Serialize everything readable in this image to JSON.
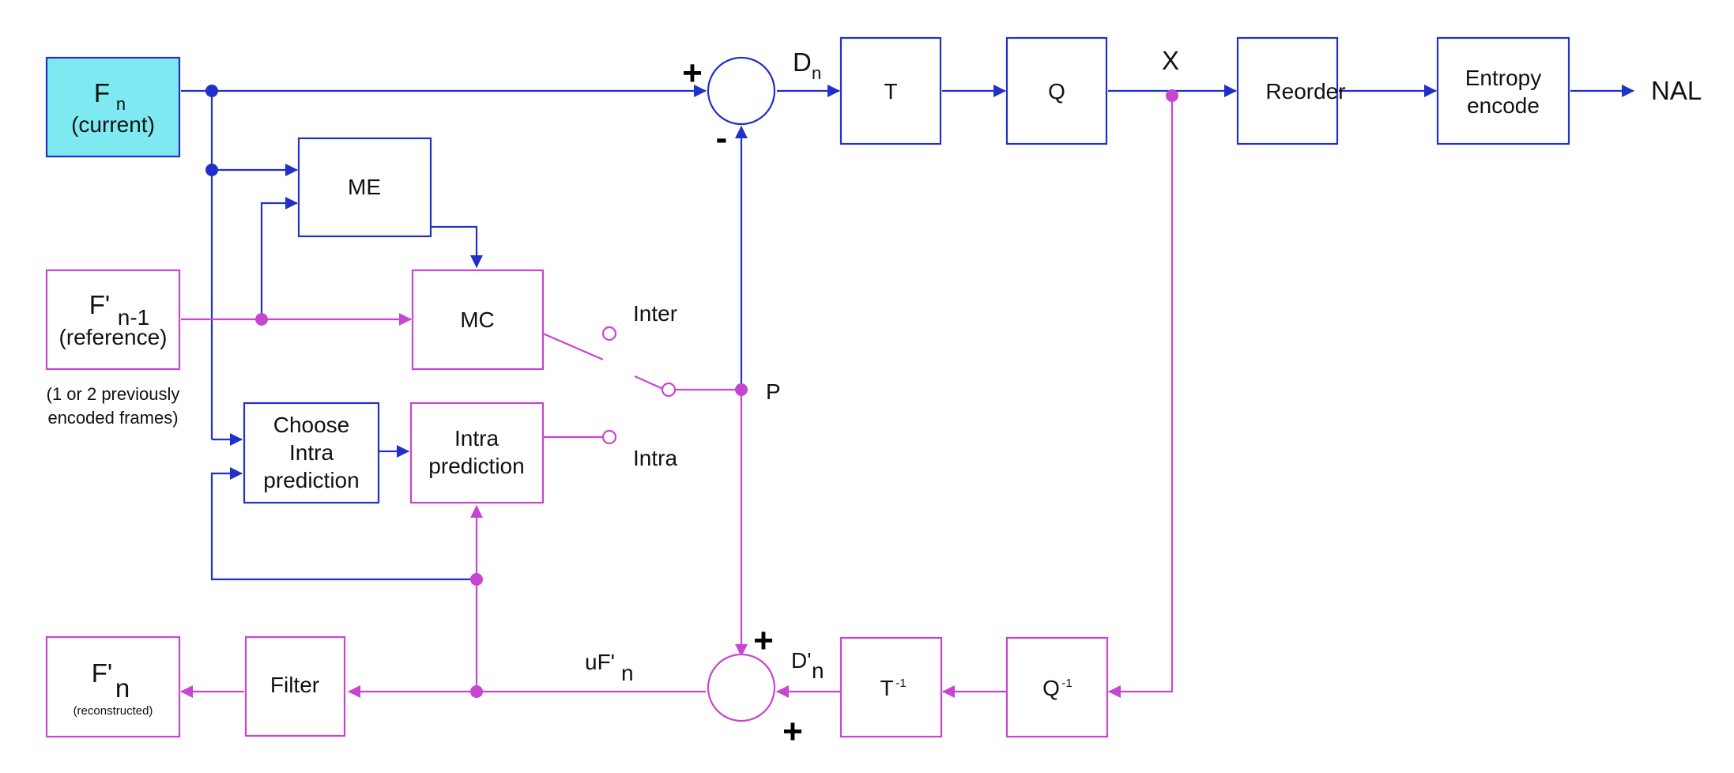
{
  "labels": {
    "fn_main": "F",
    "fn_sub": "n",
    "fn_caption": "(current)",
    "fprev_main": "F'",
    "fprev_sub": "n-1",
    "fprev_caption": "(reference)",
    "fprev_note_1": "(1 or 2 previously",
    "fprev_note_2": "encoded frames)",
    "me": "ME",
    "mc": "MC",
    "choose_1": "Choose",
    "choose_2": "Intra",
    "choose_3": "prediction",
    "intra_1": "Intra",
    "intra_2": "prediction",
    "t": "T",
    "q": "Q",
    "reorder": "Reorder",
    "entropy_1": "Entropy",
    "entropy_2": "encode",
    "nal": "NAL",
    "dn_main": "D",
    "dn_sub": "n",
    "x": "X",
    "p": "P",
    "inter": "Inter",
    "intra": "Intra",
    "tinv_main": "T",
    "tinv_sup": "-1",
    "qinv_main": "Q",
    "qinv_sup": "-1",
    "dprime_main": "D'",
    "dprime_sub": "n",
    "uf_main": "uF'",
    "uf_sub": "n",
    "filter": "Filter",
    "frec_main": "F'",
    "frec_sub": "n",
    "frec_caption": "(reconstructed)",
    "plus": "+",
    "minus": "-"
  },
  "colors": {
    "forward_path": "#2130c9",
    "reconstruction_path": "#c845d2",
    "current_frame_fill": "#7fe9f2"
  }
}
